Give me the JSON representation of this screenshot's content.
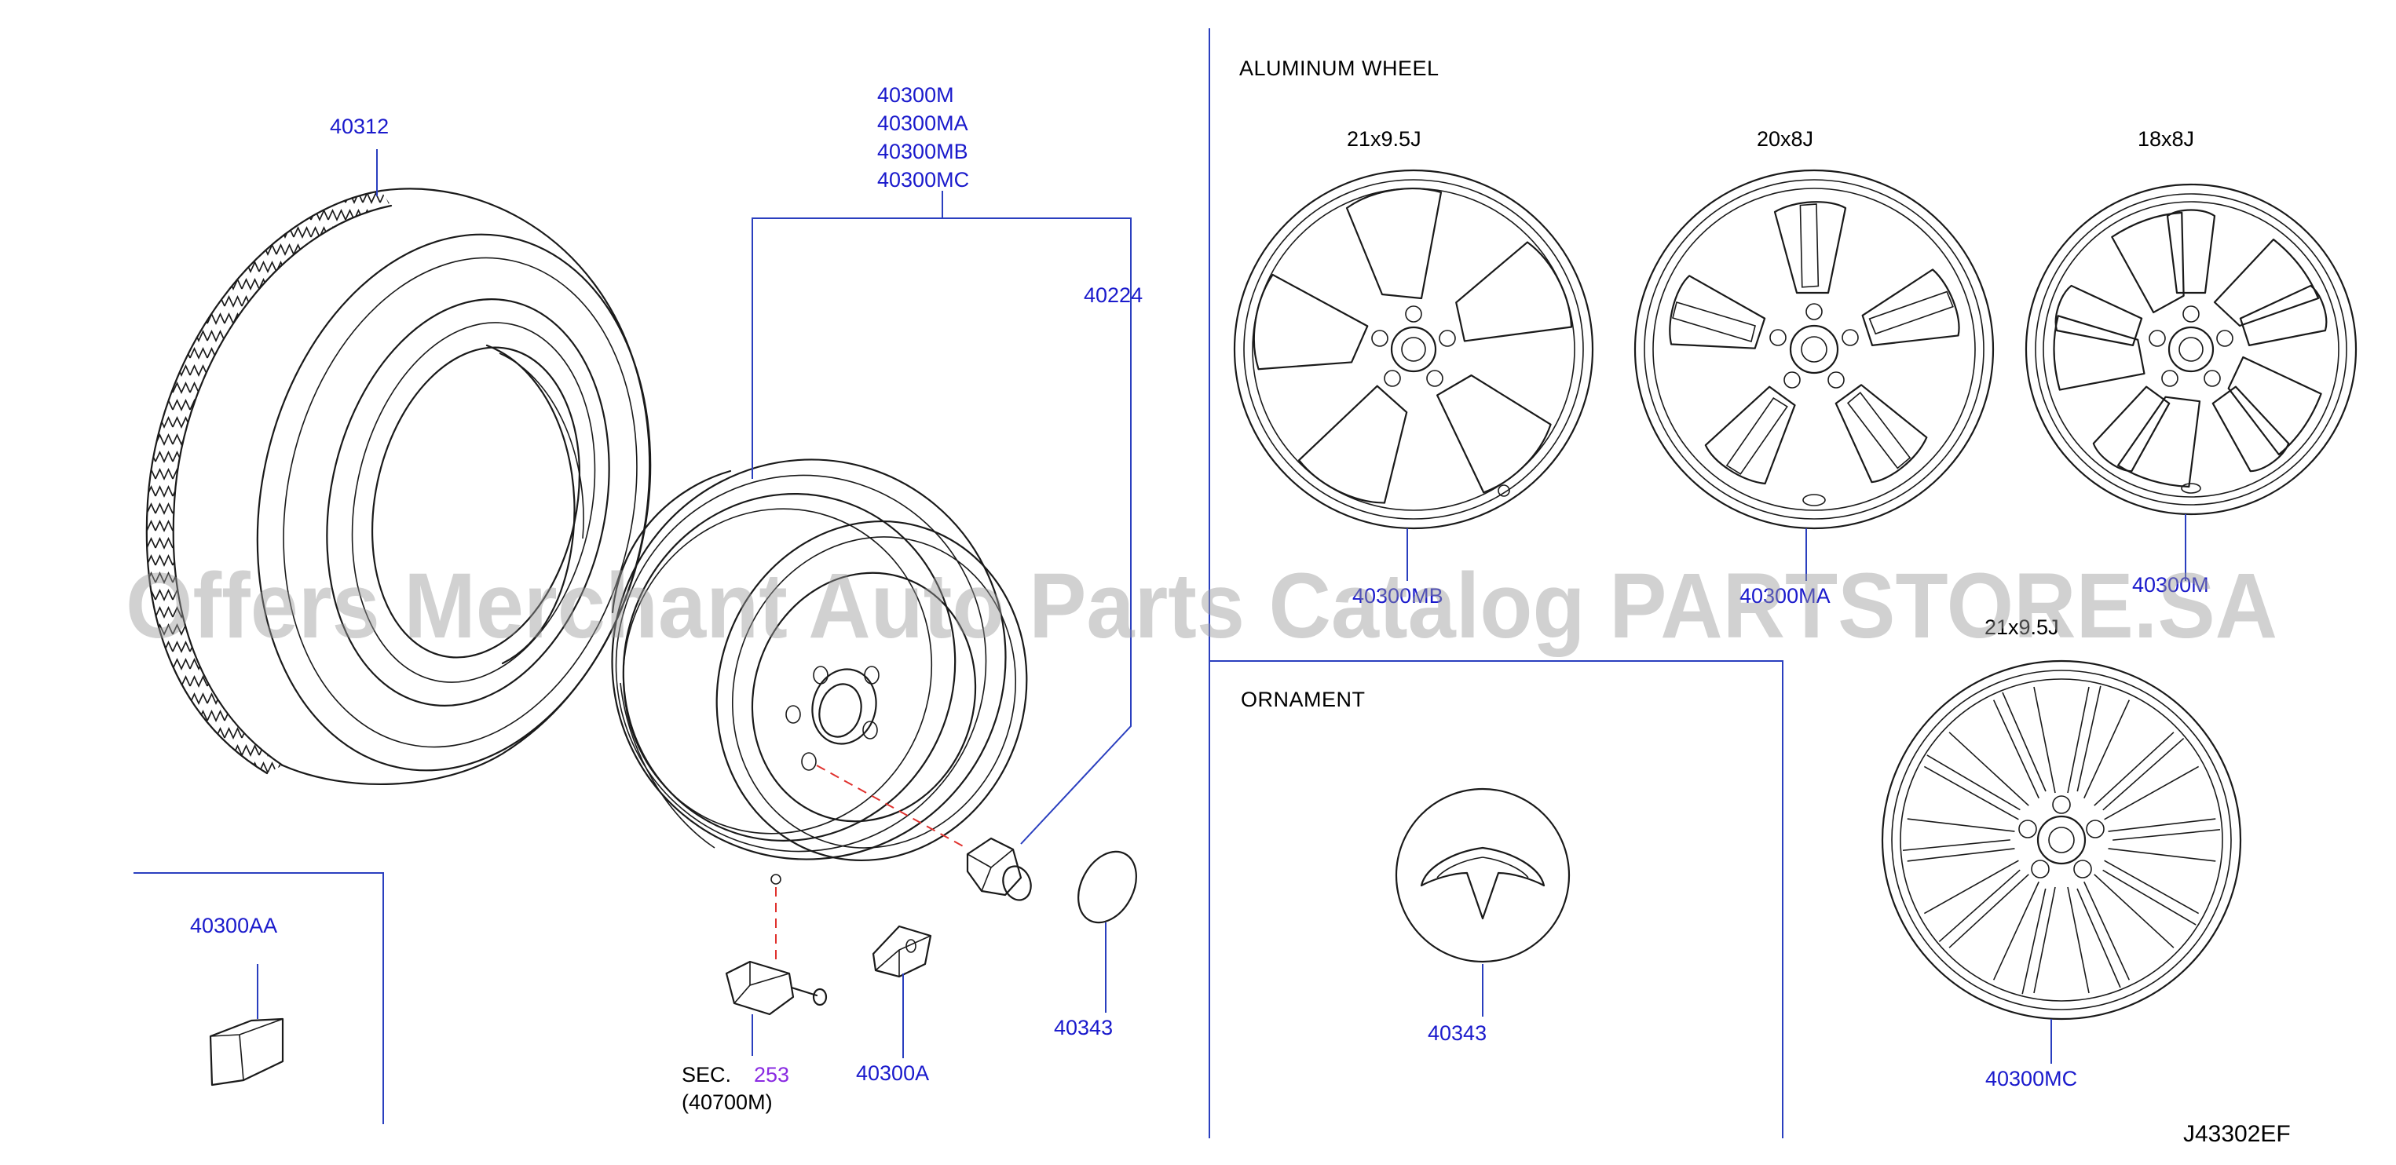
{
  "sections": {
    "aluminum_wheel": "ALUMINUM   WHEEL",
    "ornament": "ORNAMENT"
  },
  "parts": {
    "tire": "40312",
    "wheel_group": [
      "40300M",
      "40300MA",
      "40300MB",
      "40300MC"
    ],
    "lug_nut": "40224",
    "cap_small": "40343",
    "sensor_sec_prefix": "SEC.",
    "sensor_sec_number": "253",
    "sensor_part": "(40700M)",
    "weight_valve": "40300A",
    "balance_weight": "40300AA",
    "ornament_part": "40343",
    "wheel_21_a_part": "40300MB",
    "wheel_20_part": "40300MA",
    "wheel_18_part": "40300M",
    "wheel_21_b_part": "40300MC"
  },
  "wheel_sizes": {
    "w21_a": "21x9.5J",
    "w20": "20x8J",
    "w18": "18x8J",
    "w21_b": "21x9.5J"
  },
  "diagram_code": "J43302EF",
  "watermark": "Offers Merchant Auto Parts Catalog PARTSTORE.SA",
  "colors": {
    "part_number": "#1a1acc",
    "leader_line": "#2a3fbf",
    "section_ref": "#8a2be2",
    "hidden_line": "#e0322e"
  }
}
